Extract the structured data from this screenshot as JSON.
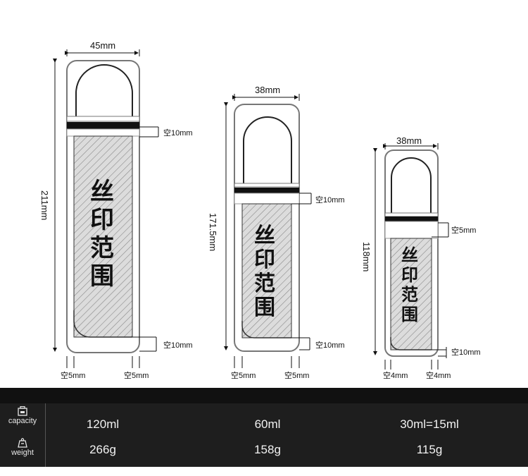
{
  "bottles": [
    {
      "width_label": "45mm",
      "height_label": "211mm",
      "gap_top_label": "空10mm",
      "gap_bottom_label": "空10mm",
      "side_left_label": "空5mm",
      "side_right_label": "空5mm",
      "print_area_text": [
        "丝",
        "印",
        "范",
        "围"
      ]
    },
    {
      "width_label": "38mm",
      "height_label": "171.5mm",
      "gap_top_label": "空10mm",
      "gap_bottom_label": "空10mm",
      "side_left_label": "空5mm",
      "side_right_label": "空5mm",
      "print_area_text": [
        "丝",
        "印",
        "范",
        "围"
      ]
    },
    {
      "width_label": "38mm",
      "height_label": "118mm",
      "gap_top_label": "空5mm",
      "gap_bottom_label": "空10mm",
      "side_left_label": "空4mm",
      "side_right_label": "空4mm",
      "print_area_text": [
        "丝",
        "印",
        "范",
        "围"
      ]
    }
  ],
  "specs": {
    "capacity_label": "capacity",
    "weight_label": "weight",
    "capacity_icon": "bottle-icon",
    "weight_icon": "scale-icon",
    "capacities": [
      "120ml",
      "60ml",
      "30ml=15ml"
    ],
    "weights": [
      "266g",
      "158g",
      "115g"
    ]
  },
  "colors": {
    "panel_bg": "#1e1e1e",
    "print_area_fill": "#dcdcdc",
    "band": "#111111"
  }
}
